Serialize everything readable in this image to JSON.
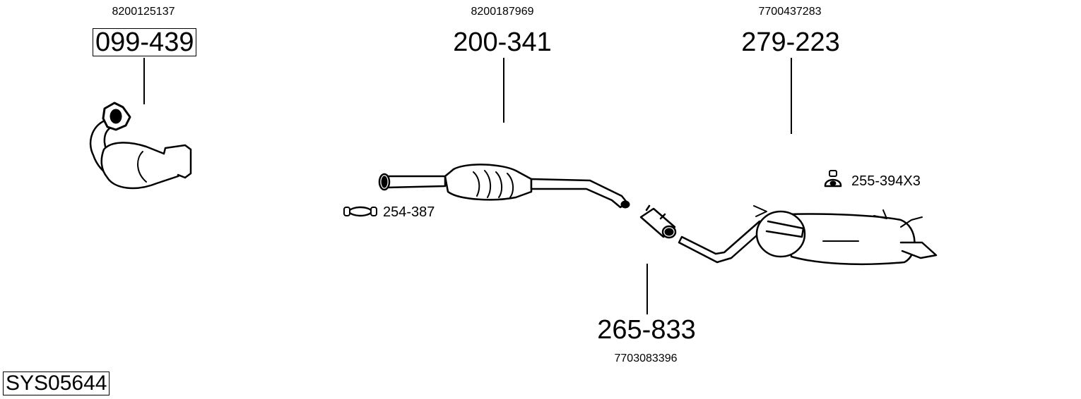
{
  "diagram": {
    "system_code": "SYS05644",
    "parts": [
      {
        "id": "front_catalyst",
        "part_number": "099-439",
        "oe_number": "8200125137",
        "boxed": true
      },
      {
        "id": "middle_catalyst_pipe",
        "part_number": "200-341",
        "oe_number": "8200187969",
        "boxed": false
      },
      {
        "id": "rear_silencer",
        "part_number": "279-223",
        "oe_number": "7700437283",
        "boxed": false
      },
      {
        "id": "pipe_connector",
        "part_number": "265-833",
        "oe_number": "7703083396",
        "boxed": false
      }
    ],
    "accessories": [
      {
        "id": "clamp",
        "part_number": "254-387",
        "icon": "clamp-icon"
      },
      {
        "id": "rubber_mount",
        "part_number": "255-394X3",
        "icon": "rubber-mount-icon"
      }
    ]
  }
}
